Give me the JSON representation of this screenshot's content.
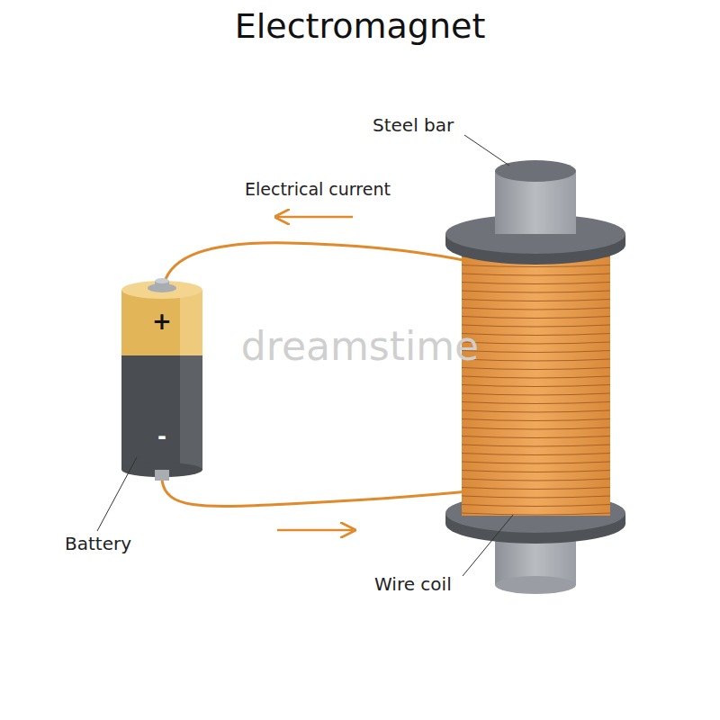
{
  "diagram": {
    "title": "Electromagnet",
    "labels": [
      "Steel bar",
      "Electrical current",
      "Battery",
      "Wire coil",
      "+",
      "-",
      "dreamstime"
    ]
  }
}
